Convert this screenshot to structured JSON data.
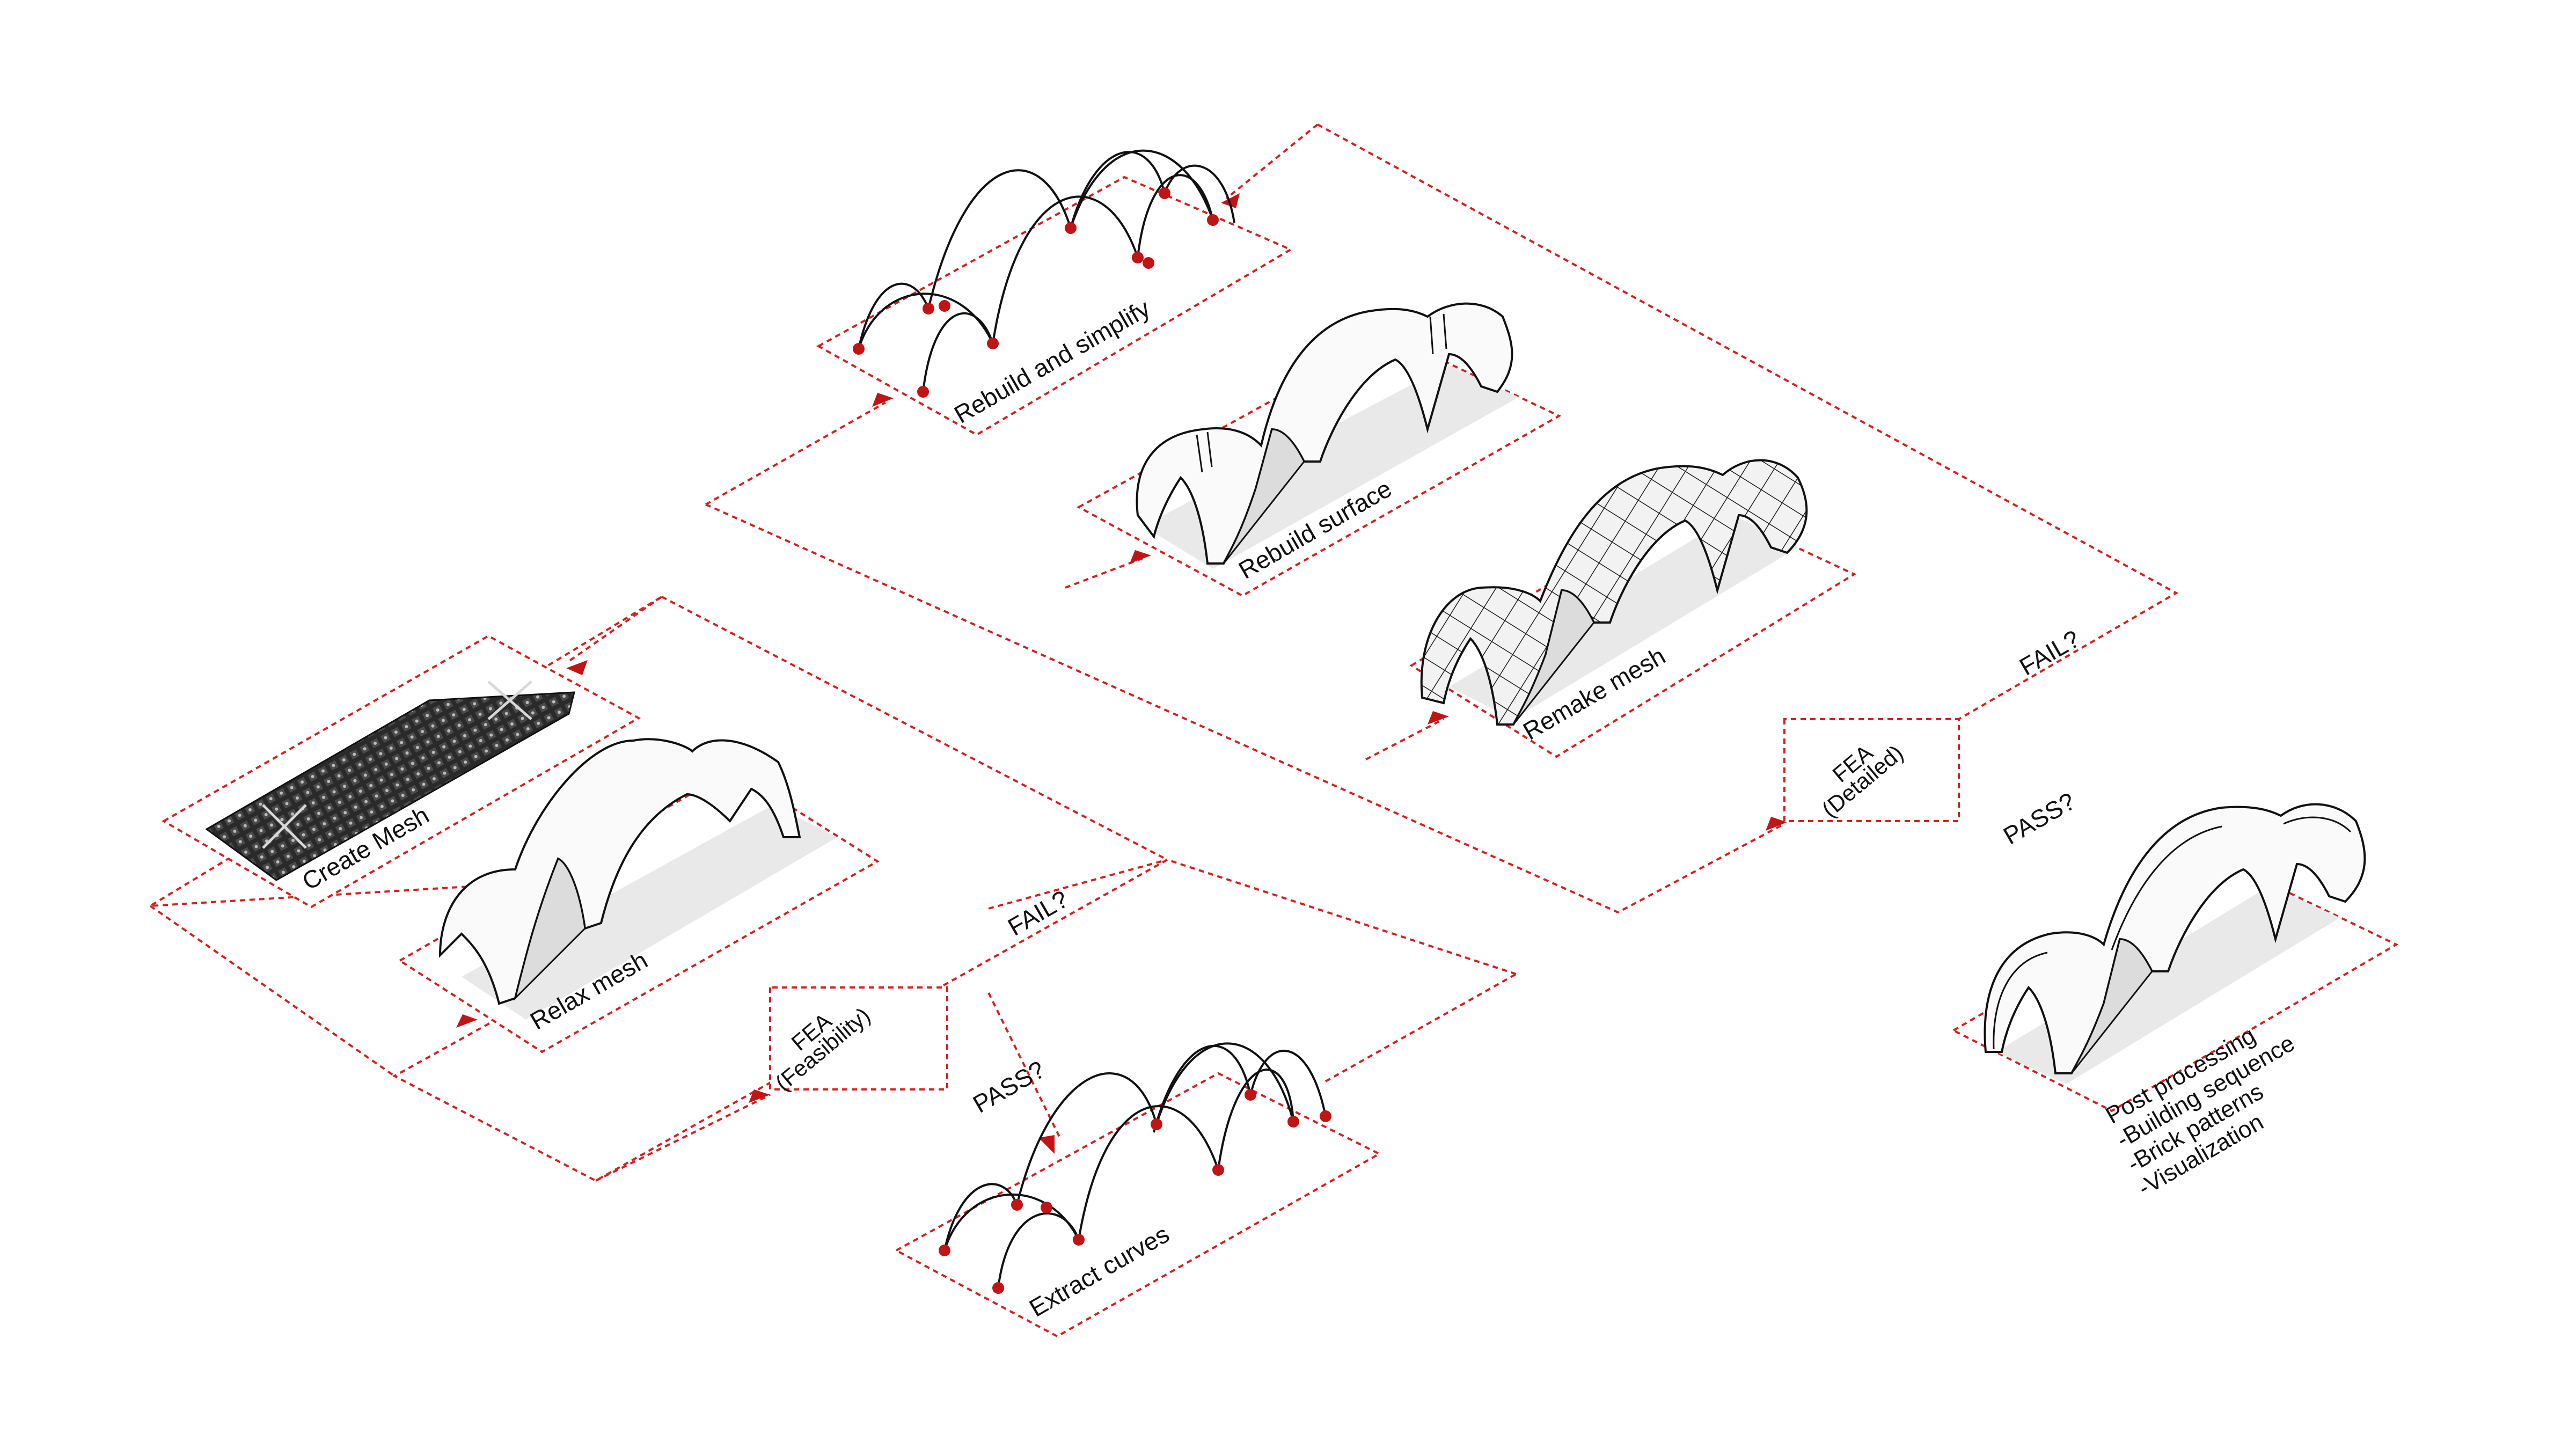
{
  "colors": {
    "accent": "#d42020",
    "node": "#c21414",
    "ink": "#111111",
    "background": "#ffffff"
  },
  "steps": {
    "create_mesh": "Create Mesh",
    "relax_mesh": "Relax mesh",
    "extract_curves": "Extract curves",
    "rebuild_simplify": "Rebuild and simplify",
    "rebuild_surface": "Rebuild surface",
    "remake_mesh": "Remake mesh",
    "post_processing": [
      "Post processing",
      "-Building sequence",
      "-Brick patterns",
      "-Visualization"
    ]
  },
  "fea_feasibility": {
    "line1": "FEA",
    "line2": "(Feasibility)"
  },
  "fea_detailed": {
    "line1": "FEA",
    "line2": "(Detailed)"
  },
  "branches": {
    "fail_1": "FAIL?",
    "pass_1": "PASS?",
    "fail_2": "FAIL?",
    "pass_2": "PASS?"
  }
}
